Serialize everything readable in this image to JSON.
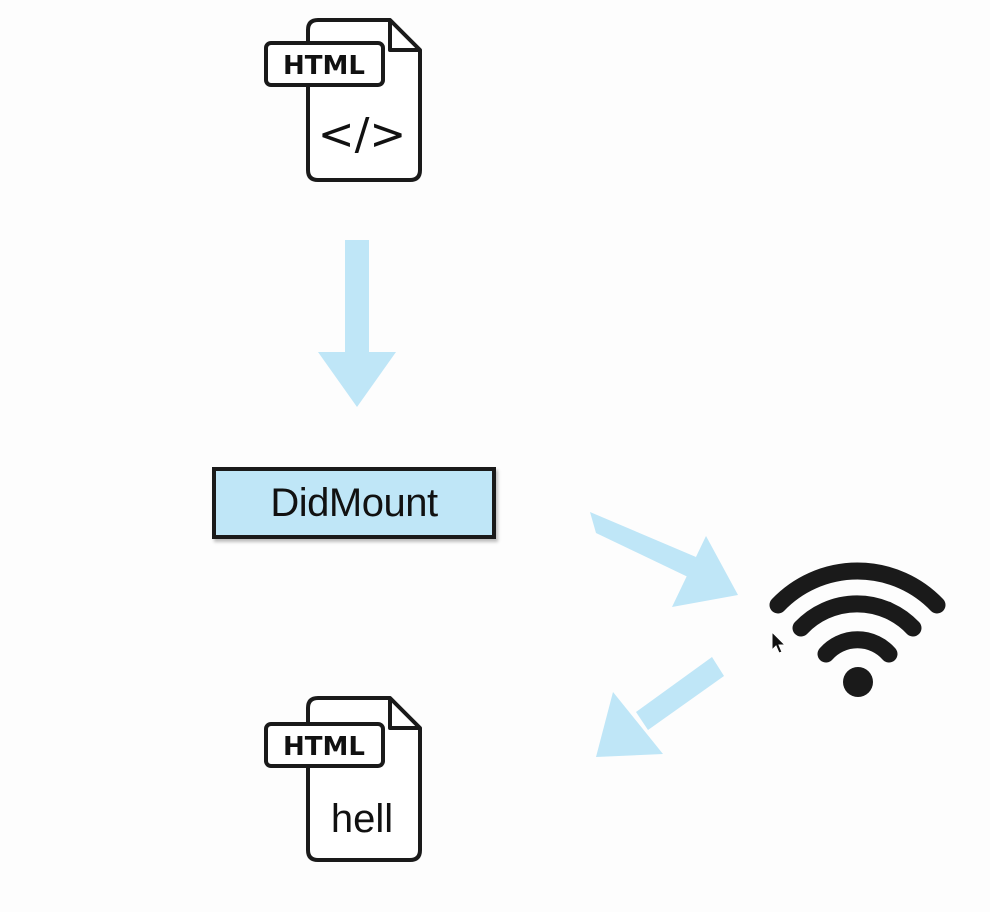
{
  "diagram": {
    "top_file": {
      "badge": "HTML",
      "content_symbol": "</>"
    },
    "process_box": {
      "label": "DidMount"
    },
    "bottom_file": {
      "badge": "HTML",
      "content_text": "hell"
    },
    "icons": {
      "top_file_icon": "html-file-icon",
      "bottom_file_icon": "html-file-icon",
      "network_icon": "wifi-icon",
      "cursor": "mouse-pointer-icon"
    },
    "colors": {
      "arrow": "#bfe6f7",
      "box_fill": "#bfe6f7",
      "stroke": "#1a1a1a",
      "background": "#fdfdfd"
    }
  }
}
